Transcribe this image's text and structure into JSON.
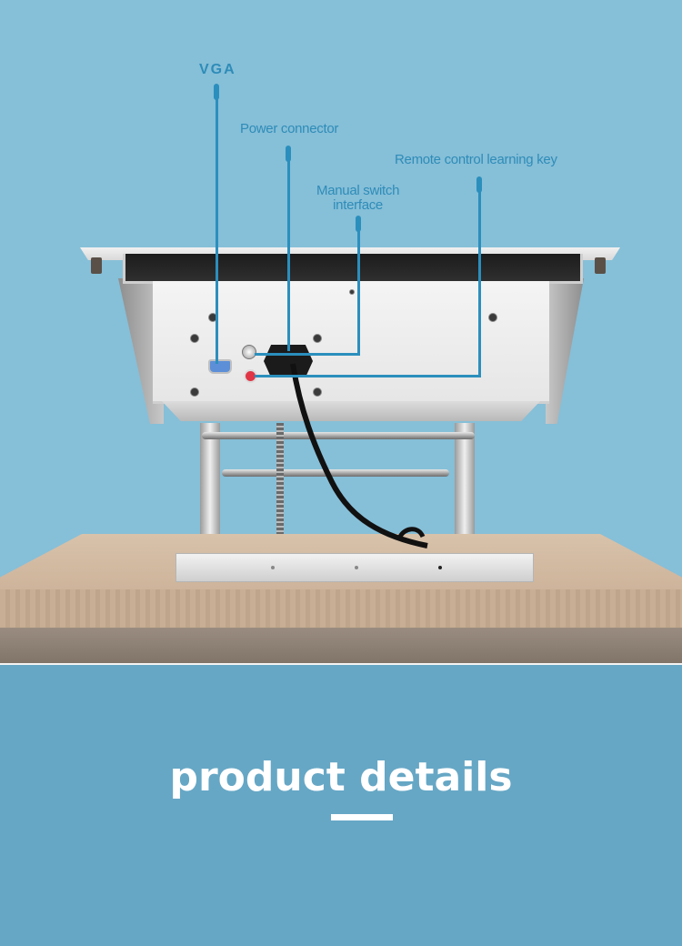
{
  "callouts": [
    {
      "id": "vga",
      "label": "VGA"
    },
    {
      "id": "power",
      "label": "Power connector"
    },
    {
      "id": "manual",
      "label": "Manual switch\ninterface",
      "line1": "Manual switch",
      "line2": "interface"
    },
    {
      "id": "remote",
      "label": "Remote control learning key"
    }
  ],
  "section": {
    "title": "product details"
  },
  "colors": {
    "top_background": "#86bfd8",
    "bottom_background": "#66a7c5",
    "callout_color": "#2e8cb8",
    "title_color": "#ffffff"
  }
}
